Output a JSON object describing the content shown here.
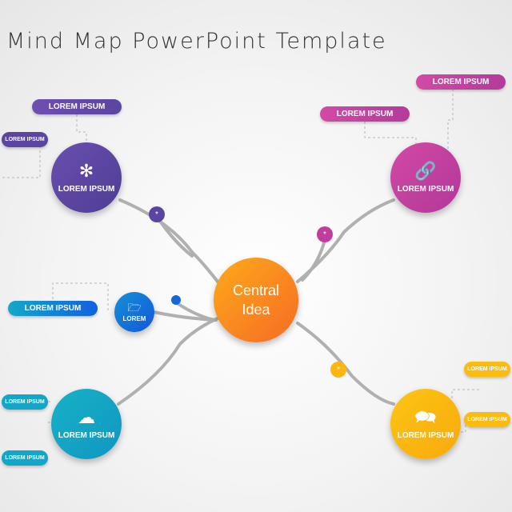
{
  "title": "Mind Map PowerPoint Template",
  "central": "Central Idea",
  "nodes": {
    "top_left": "LOREM IPSUM",
    "top_right": "LOREM IPSUM",
    "middle_left": "LOREM",
    "bottom_left": "LOREM IPSUM",
    "bottom_right": "LOREM IPSUM"
  },
  "pills": {
    "tl1": "LOREM IPSUM",
    "tl2": "LOREM IPSUM",
    "tr1": "LOREM IPSUM",
    "tr2": "LOREM IPSUM",
    "ml": "LOREM IPSUM",
    "bl1": "LOREM IPSUM",
    "bl2": "LOREM IPSUM",
    "br1": "LOREM IPSUM",
    "br2": "LOREM IPSUM"
  },
  "colors": {
    "purple": "#5b45a0",
    "pink": "#c03d9e",
    "blue": "#1667d6",
    "teal": "#13a6c6",
    "yellow": "#fbb710",
    "orange": "#f98a1c"
  }
}
